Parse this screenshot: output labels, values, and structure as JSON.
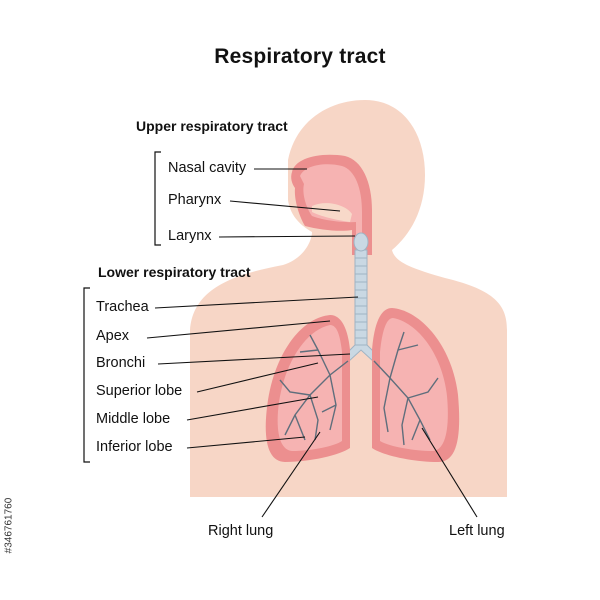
{
  "title": "Respiratory tract",
  "upper": {
    "heading": "Upper respiratory tract",
    "labels": [
      "Nasal cavity",
      "Pharynx",
      "Larynx"
    ]
  },
  "lower": {
    "heading": "Lower respiratory tract",
    "labels": [
      "Trachea",
      "Apex",
      "Bronchi",
      "Superior lobe",
      "Middle lobe",
      "Inferior lobe"
    ]
  },
  "bottom_labels": {
    "right_lung": "Right lung",
    "left_lung": "Left lung"
  },
  "side_id": "#346761760",
  "colors": {
    "body": "#f7d6c6",
    "lung_fill": "#f6b3b2",
    "lung_edge": "#ec8f8f",
    "airway": "#c9d8e3",
    "bronchi": "#5f6e7c",
    "line": "#111111"
  }
}
